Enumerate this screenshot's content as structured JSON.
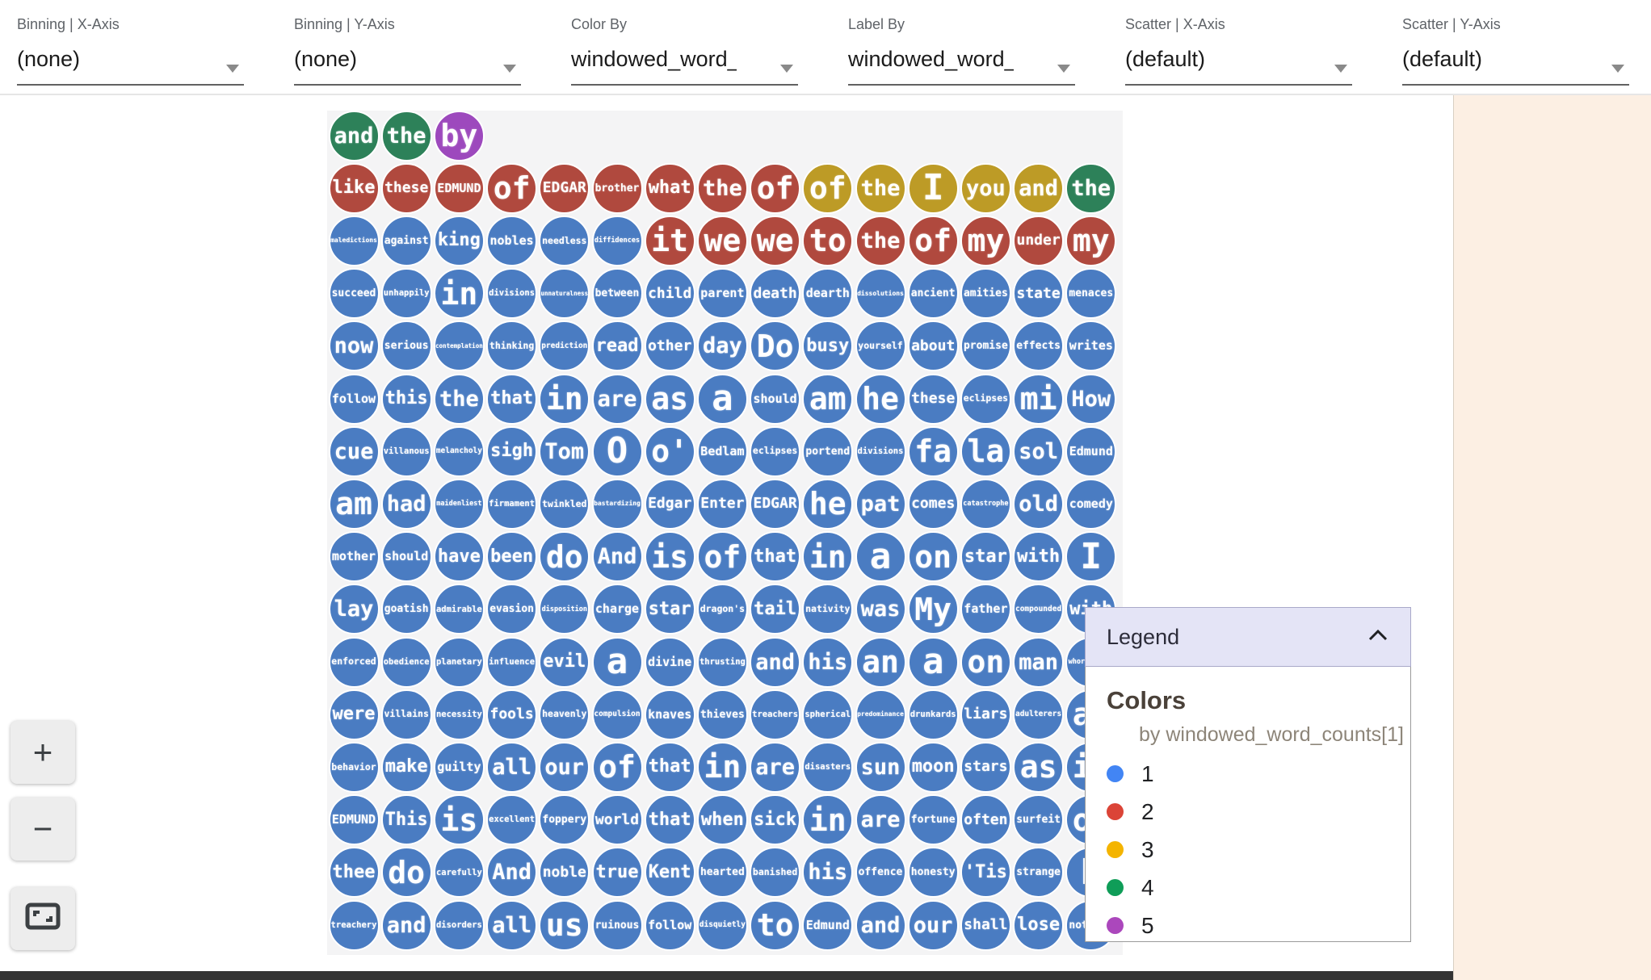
{
  "toolbar": {
    "dropdowns": [
      {
        "label": "Binning | X-Axis",
        "value": "(none)"
      },
      {
        "label": "Binning | Y-Axis",
        "value": "(none)"
      },
      {
        "label": "Color By",
        "value": "windowed_word_counts"
      },
      {
        "label": "Label By",
        "value": "windowed_word_counts"
      },
      {
        "label": "Scatter | X-Axis",
        "value": "(default)"
      },
      {
        "label": "Scatter | Y-Axis",
        "value": "(default)"
      }
    ]
  },
  "zoom_controls": {
    "zoom_in": "+",
    "zoom_out": "−"
  },
  "legend": {
    "title": "Legend",
    "section": "Colors",
    "subtitle": "by windowed_word_counts[1]",
    "entries": [
      {
        "label": "1",
        "color": "#4285f4"
      },
      {
        "label": "2",
        "color": "#db4437"
      },
      {
        "label": "3",
        "color": "#f4b400"
      },
      {
        "label": "4",
        "color": "#0f9d58"
      },
      {
        "label": "5",
        "color": "#ab47bc"
      }
    ]
  },
  "bubble_palette": {
    "1": "#4a7cc2",
    "2": "#b0493e",
    "3": "#bd9b26",
    "4": "#2d8159",
    "5": "#9d49bd"
  },
  "grid": {
    "rows": [
      [
        [
          "and",
          4
        ],
        [
          "the",
          4
        ],
        [
          "by",
          5
        ]
      ],
      [
        [
          "like",
          2
        ],
        [
          "these",
          2
        ],
        [
          "EDMUND",
          2
        ],
        [
          "of",
          2
        ],
        [
          "EDGAR",
          2
        ],
        [
          "brother",
          2
        ],
        [
          "what",
          2
        ],
        [
          "the",
          2
        ],
        [
          "of",
          2
        ],
        [
          "of",
          3
        ],
        [
          "the",
          3
        ],
        [
          "I",
          3
        ],
        [
          "you",
          3
        ],
        [
          "and",
          3
        ],
        [
          "the",
          4
        ]
      ],
      [
        [
          "maledictions",
          1
        ],
        [
          "against",
          1
        ],
        [
          "king",
          1
        ],
        [
          "nobles",
          1
        ],
        [
          "needless",
          1
        ],
        [
          "diffidences",
          1
        ],
        [
          "it",
          2
        ],
        [
          "we",
          2
        ],
        [
          "we",
          2
        ],
        [
          "to",
          2
        ],
        [
          "the",
          2
        ],
        [
          "of",
          2
        ],
        [
          "my",
          2
        ],
        [
          "under",
          2
        ],
        [
          "my",
          2
        ]
      ],
      [
        [
          "succeed",
          1
        ],
        [
          "unhappily",
          1
        ],
        [
          "in",
          1
        ],
        [
          "divisions",
          1
        ],
        [
          "unnaturalness",
          1
        ],
        [
          "between",
          1
        ],
        [
          "child",
          1
        ],
        [
          "parent",
          1
        ],
        [
          "death",
          1
        ],
        [
          "dearth",
          1
        ],
        [
          "dissolutions",
          1
        ],
        [
          "ancient",
          1
        ],
        [
          "amities",
          1
        ],
        [
          "state",
          1
        ],
        [
          "menaces",
          1
        ]
      ],
      [
        [
          "now",
          1
        ],
        [
          "serious",
          1
        ],
        [
          "contemplation",
          1
        ],
        [
          "thinking",
          1
        ],
        [
          "prediction",
          1
        ],
        [
          "read",
          1
        ],
        [
          "other",
          1
        ],
        [
          "day",
          1
        ],
        [
          "Do",
          1
        ],
        [
          "busy",
          1
        ],
        [
          "yourself",
          1
        ],
        [
          "about",
          1
        ],
        [
          "promise",
          1
        ],
        [
          "effects",
          1
        ],
        [
          "writes",
          1
        ]
      ],
      [
        [
          "follow",
          1
        ],
        [
          "this",
          1
        ],
        [
          "the",
          1
        ],
        [
          "that",
          1
        ],
        [
          "in",
          1
        ],
        [
          "are",
          1
        ],
        [
          "as",
          1
        ],
        [
          "a",
          1
        ],
        [
          "should",
          1
        ],
        [
          "am",
          1
        ],
        [
          "he",
          1
        ],
        [
          "these",
          1
        ],
        [
          "eclipses",
          1
        ],
        [
          "mi",
          1
        ],
        [
          "How",
          1
        ]
      ],
      [
        [
          "cue",
          1
        ],
        [
          "villanous",
          1
        ],
        [
          "melancholy",
          1
        ],
        [
          "sigh",
          1
        ],
        [
          "Tom",
          1
        ],
        [
          "O",
          1
        ],
        [
          "o'",
          1
        ],
        [
          "Bedlam",
          1
        ],
        [
          "eclipses",
          1
        ],
        [
          "portend",
          1
        ],
        [
          "divisions",
          1
        ],
        [
          "fa",
          1
        ],
        [
          "la",
          1
        ],
        [
          "sol",
          1
        ],
        [
          "Edmund",
          1
        ]
      ],
      [
        [
          "am",
          1
        ],
        [
          "had",
          1
        ],
        [
          "maidenliest",
          1
        ],
        [
          "firmament",
          1
        ],
        [
          "twinkled",
          1
        ],
        [
          "bastardizing",
          1
        ],
        [
          "Edgar",
          1
        ],
        [
          "Enter",
          1
        ],
        [
          "EDGAR",
          1
        ],
        [
          "he",
          1
        ],
        [
          "pat",
          1
        ],
        [
          "comes",
          1
        ],
        [
          "catastrophe",
          1
        ],
        [
          "old",
          1
        ],
        [
          "comedy",
          1
        ]
      ],
      [
        [
          "mother",
          1
        ],
        [
          "should",
          1
        ],
        [
          "have",
          1
        ],
        [
          "been",
          1
        ],
        [
          "do",
          1
        ],
        [
          "And",
          1
        ],
        [
          "is",
          1
        ],
        [
          "of",
          1
        ],
        [
          "that",
          1
        ],
        [
          "in",
          1
        ],
        [
          "a",
          1
        ],
        [
          "on",
          1
        ],
        [
          "star",
          1
        ],
        [
          "with",
          1
        ],
        [
          "I",
          1
        ]
      ],
      [
        [
          "lay",
          1
        ],
        [
          "goatish",
          1
        ],
        [
          "admirable",
          1
        ],
        [
          "evasion",
          1
        ],
        [
          "disposition",
          1
        ],
        [
          "charge",
          1
        ],
        [
          "star",
          1
        ],
        [
          "dragon's",
          1
        ],
        [
          "tail",
          1
        ],
        [
          "nativity",
          1
        ],
        [
          "was",
          1
        ],
        [
          "My",
          1
        ],
        [
          "father",
          1
        ],
        [
          "compounded",
          1
        ],
        [
          "with",
          1
        ]
      ],
      [
        [
          "enforced",
          1
        ],
        [
          "obedience",
          1
        ],
        [
          "planetary",
          1
        ],
        [
          "influence",
          1
        ],
        [
          "evil",
          1
        ],
        [
          "a",
          1
        ],
        [
          "divine",
          1
        ],
        [
          "thrusting",
          1
        ],
        [
          "and",
          1
        ],
        [
          "his",
          1
        ],
        [
          "an",
          1
        ],
        [
          "a",
          1
        ],
        [
          "on",
          1
        ],
        [
          "man",
          1
        ],
        [
          "whoremaster",
          1
        ]
      ],
      [
        [
          "were",
          1
        ],
        [
          "villains",
          1
        ],
        [
          "necessity",
          1
        ],
        [
          "fools",
          1
        ],
        [
          "heavenly",
          1
        ],
        [
          "compulsion",
          1
        ],
        [
          "knaves",
          1
        ],
        [
          "thieves",
          1
        ],
        [
          "treachers",
          1
        ],
        [
          "spherical",
          1
        ],
        [
          "predominance",
          1
        ],
        [
          "drunkards",
          1
        ],
        [
          "liars",
          1
        ],
        [
          "adulterers",
          1
        ],
        [
          "an",
          1
        ]
      ],
      [
        [
          "behavior",
          1
        ],
        [
          "make",
          1
        ],
        [
          "guilty",
          1
        ],
        [
          "all",
          1
        ],
        [
          "our",
          1
        ],
        [
          "of",
          1
        ],
        [
          "that",
          1
        ],
        [
          "in",
          1
        ],
        [
          "are",
          1
        ],
        [
          "disasters",
          1
        ],
        [
          "sun",
          1
        ],
        [
          "moon",
          1
        ],
        [
          "stars",
          1
        ],
        [
          "as",
          1
        ],
        [
          "if",
          1
        ]
      ],
      [
        [
          "EDMUND",
          1
        ],
        [
          "This",
          1
        ],
        [
          "is",
          1
        ],
        [
          "excellent",
          1
        ],
        [
          "foppery",
          1
        ],
        [
          "world",
          1
        ],
        [
          "that",
          1
        ],
        [
          "when",
          1
        ],
        [
          "sick",
          1
        ],
        [
          "in",
          1
        ],
        [
          "are",
          1
        ],
        [
          "fortune",
          1
        ],
        [
          "often",
          1
        ],
        [
          "surfeit",
          1
        ],
        [
          "of",
          1
        ]
      ],
      [
        [
          "thee",
          1
        ],
        [
          "do",
          1
        ],
        [
          "carefully",
          1
        ],
        [
          "And",
          1
        ],
        [
          "noble",
          1
        ],
        [
          "true",
          1
        ],
        [
          "Kent",
          1
        ],
        [
          "hearted",
          1
        ],
        [
          "banished",
          1
        ],
        [
          "his",
          1
        ],
        [
          "offence",
          1
        ],
        [
          "honesty",
          1
        ],
        [
          "'Tis",
          1
        ],
        [
          "strange",
          1
        ],
        [
          "E",
          1
        ]
      ],
      [
        [
          "treachery",
          1
        ],
        [
          "and",
          1
        ],
        [
          "disorders",
          1
        ],
        [
          "all",
          1
        ],
        [
          "us",
          1
        ],
        [
          "ruinous",
          1
        ],
        [
          "follow",
          1
        ],
        [
          "disquietly",
          1
        ],
        [
          "to",
          1
        ],
        [
          "Edmund",
          1
        ],
        [
          "and",
          1
        ],
        [
          "our",
          1
        ],
        [
          "shall",
          1
        ],
        [
          "lose",
          1
        ],
        [
          "nothing",
          1
        ]
      ]
    ]
  }
}
